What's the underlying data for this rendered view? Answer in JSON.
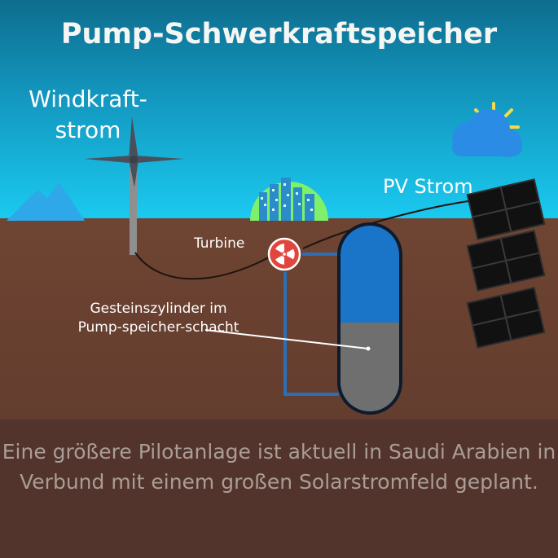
{
  "title": "Pump-Schwerkraftspeicher",
  "labels": {
    "wind": "Windkraft-strom",
    "pv": "PV Strom",
    "turbine": "Turbine",
    "rock_cylinder": "Gesteinszylinder im Pump-speicher-schacht"
  },
  "caption": "Eine größere Pilotanlage ist aktuell in Saudi Arabien in Verbund mit einem großen Solarstromfeld geplant.",
  "colors": {
    "sky_top": "#0e6d8e",
    "sky_bottom": "#19c7ee",
    "ground": "#6e4331",
    "bottom_band": "#53342c",
    "tank_fill": "#1a74c7",
    "rock_fill": "#6f6f70",
    "pipe": "#2c6fb4",
    "turbine": "#e0463e",
    "mountain": "#2ea8e8",
    "city": "#7ef06a",
    "sun": "#f7d94a",
    "caption_text": "#a99d96"
  },
  "icons": [
    "wind-turbine-icon",
    "mountain-icon",
    "city-icon",
    "cloud-icon",
    "sun-icon",
    "solar-panel-icon",
    "radiation-icon"
  ]
}
